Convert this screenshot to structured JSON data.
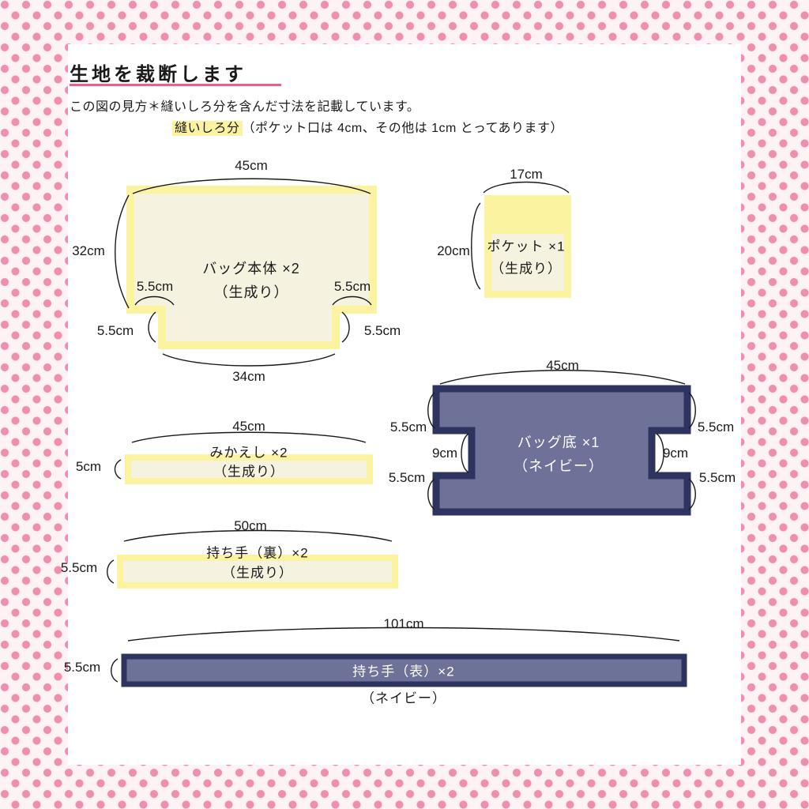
{
  "header": {
    "title": "生地を裁断します",
    "intro": "この図の見方＊縫いしろ分を含んだ寸法を記載しています。",
    "seam_highlight": "縫いしろ分",
    "seam_note": "（ポケット口は 4cm、その他は 1cm とってあります）"
  },
  "colors": {
    "dot": "#f08fad",
    "dot_bg": "#fdf2f4",
    "panel": "#ffffff",
    "yellow": "#fbf3a0",
    "cream": "#f5f3e0",
    "navy_fill": "#6e7299",
    "navy_border": "#2e3360",
    "underline_pink": "#e4628b",
    "text": "#1a1a1a"
  },
  "pieces": {
    "body": {
      "name": "バッグ本体 ×2",
      "material": "（生成り）",
      "dim_top": "45cm",
      "dim_left": "32cm",
      "dim_bottom": "34cm",
      "dim_notch": "5.5cm"
    },
    "pocket": {
      "name": "ポケット ×1",
      "material": "（生成り）",
      "dim_top": "17cm",
      "dim_left": "20cm"
    },
    "bottom": {
      "name": "バッグ底 ×1",
      "material": "（ネイビー）",
      "dim_top": "45cm",
      "dim_55": "5.5cm",
      "dim_9": "9cm"
    },
    "facing": {
      "name": "みかえし ×2",
      "material": "（生成り）",
      "dim_top": "45cm",
      "dim_left": "5cm"
    },
    "handle_back": {
      "name": "持ち手（裏）×2",
      "material": "（生成り）",
      "dim_top": "50cm",
      "dim_left": "5.5cm"
    },
    "handle_front": {
      "name": "持ち手（表）×2",
      "material": "（ネイビー）",
      "dim_top": "101cm",
      "dim_left": "5.5cm"
    }
  }
}
